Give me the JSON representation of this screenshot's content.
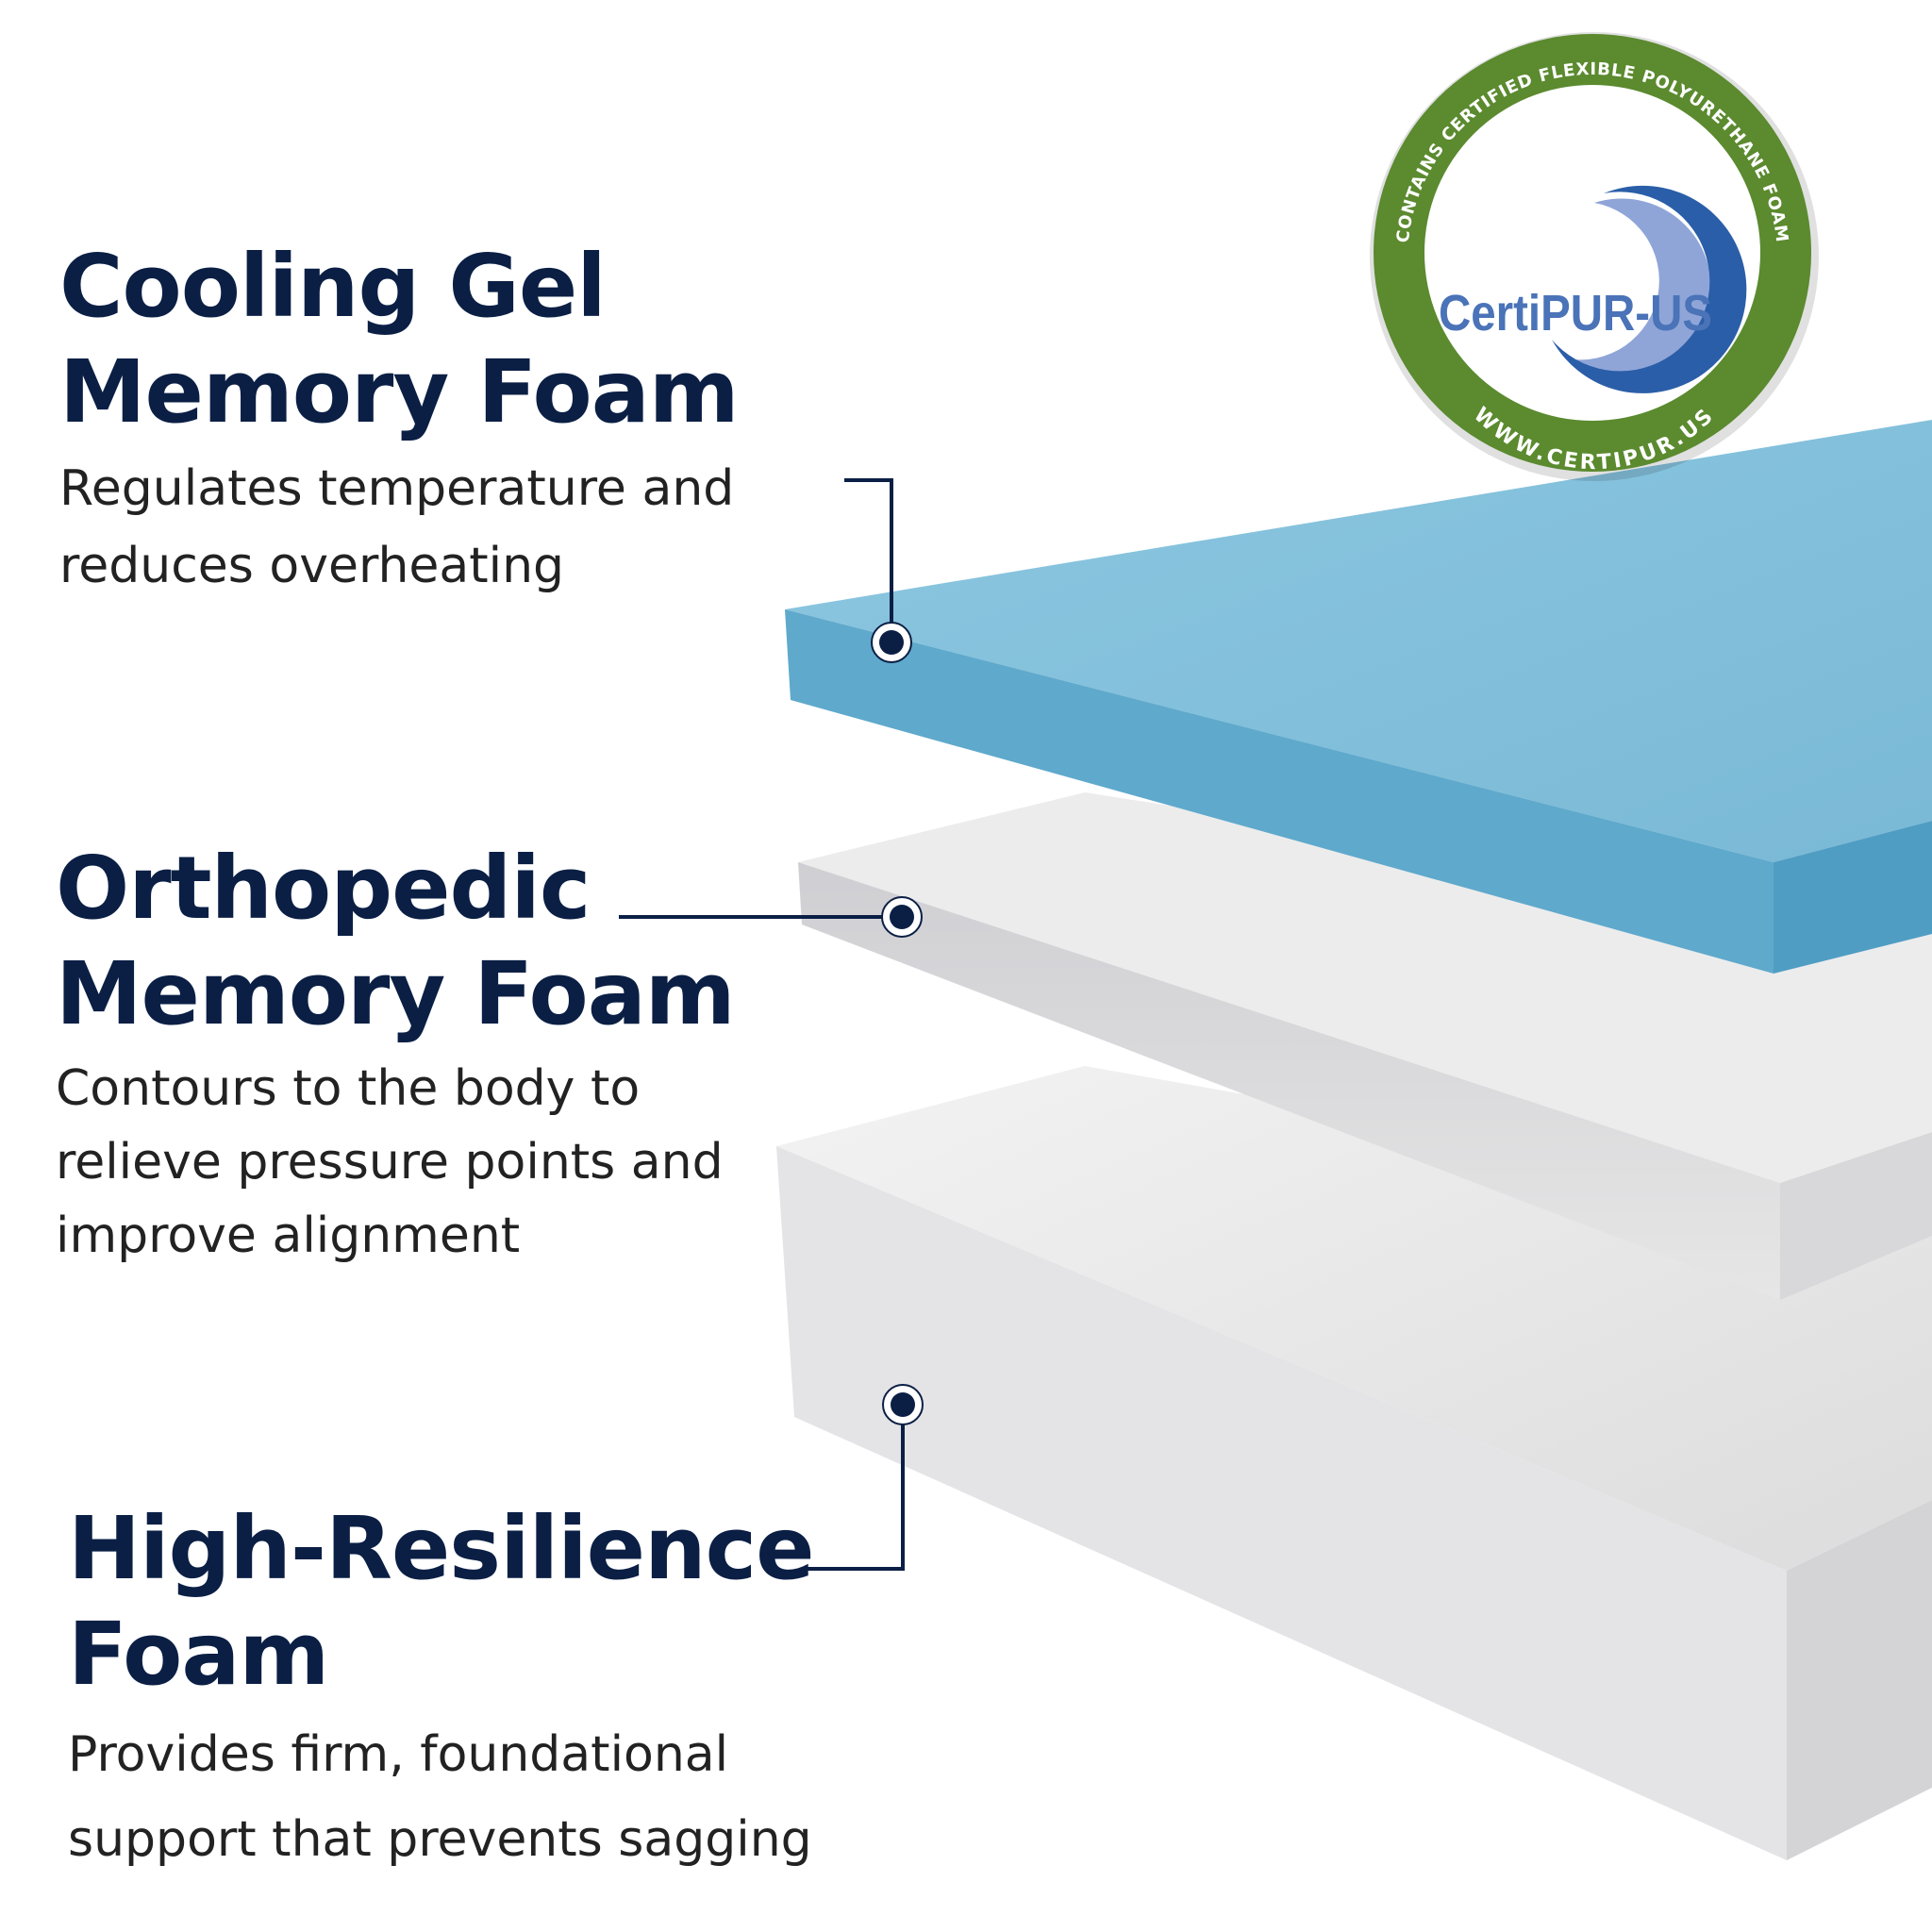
{
  "layers": [
    {
      "title_lines": [
        "Cooling Gel",
        "Memory Foam"
      ],
      "description_lines": [
        "Regulates temperature and",
        "reduces overheating"
      ]
    },
    {
      "title_lines": [
        "Orthopedic",
        "Memory Foam"
      ],
      "description_lines": [
        "Contours to the body to",
        "relieve pressure points and",
        "improve alignment"
      ]
    },
    {
      "title_lines": [
        "High-Resilience",
        "Foam"
      ],
      "description_lines": [
        "Provides firm, foundational",
        "support that prevents sagging"
      ]
    }
  ],
  "badge": {
    "logo_text": "CertiPUR-US",
    "ring_top_text": "CONTAINS CERTIFIED FLEXIBLE POLYURETHANE FOAM",
    "ring_bottom_text": "WWW.CERTIPUR.US"
  },
  "colors": {
    "navy": "#0b1f45",
    "blue_foam": "#6fb6d6",
    "badge_green": "#5b8a2f",
    "logo_blue": "#2b5ea8"
  }
}
